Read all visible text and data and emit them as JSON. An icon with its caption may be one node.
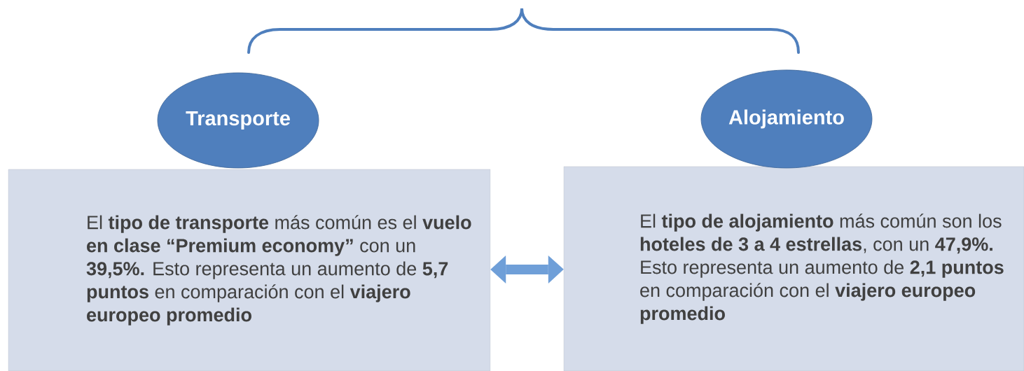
{
  "diagram": {
    "nodes": [
      {
        "text": [
          "El **tipo de transporte** más común es el **vuelo en clase “Premium economy”** con un **39,5%.** Esto representa un aumento de **5,7 puntos** en comparación con el **viajero europeo promedio**"
        ]
      },
      {
        "text": [
          "Transporte"
        ]
      },
      {
        "text": [
          "El **tipo de alojamiento** más común son los **hoteles de 3 a 4 estrellas**, con un **47,9%.** Esto representa un aumento de **2,1 puntos** en comparación con el **viajero europeo promedio**"
        ]
      },
      {
        "text": [
          "Alojamiento"
        ]
      }
    ],
    "edges": [
      {
        "from": 0,
        "to": 2,
        "arrow": "both"
      }
    ]
  }
}
